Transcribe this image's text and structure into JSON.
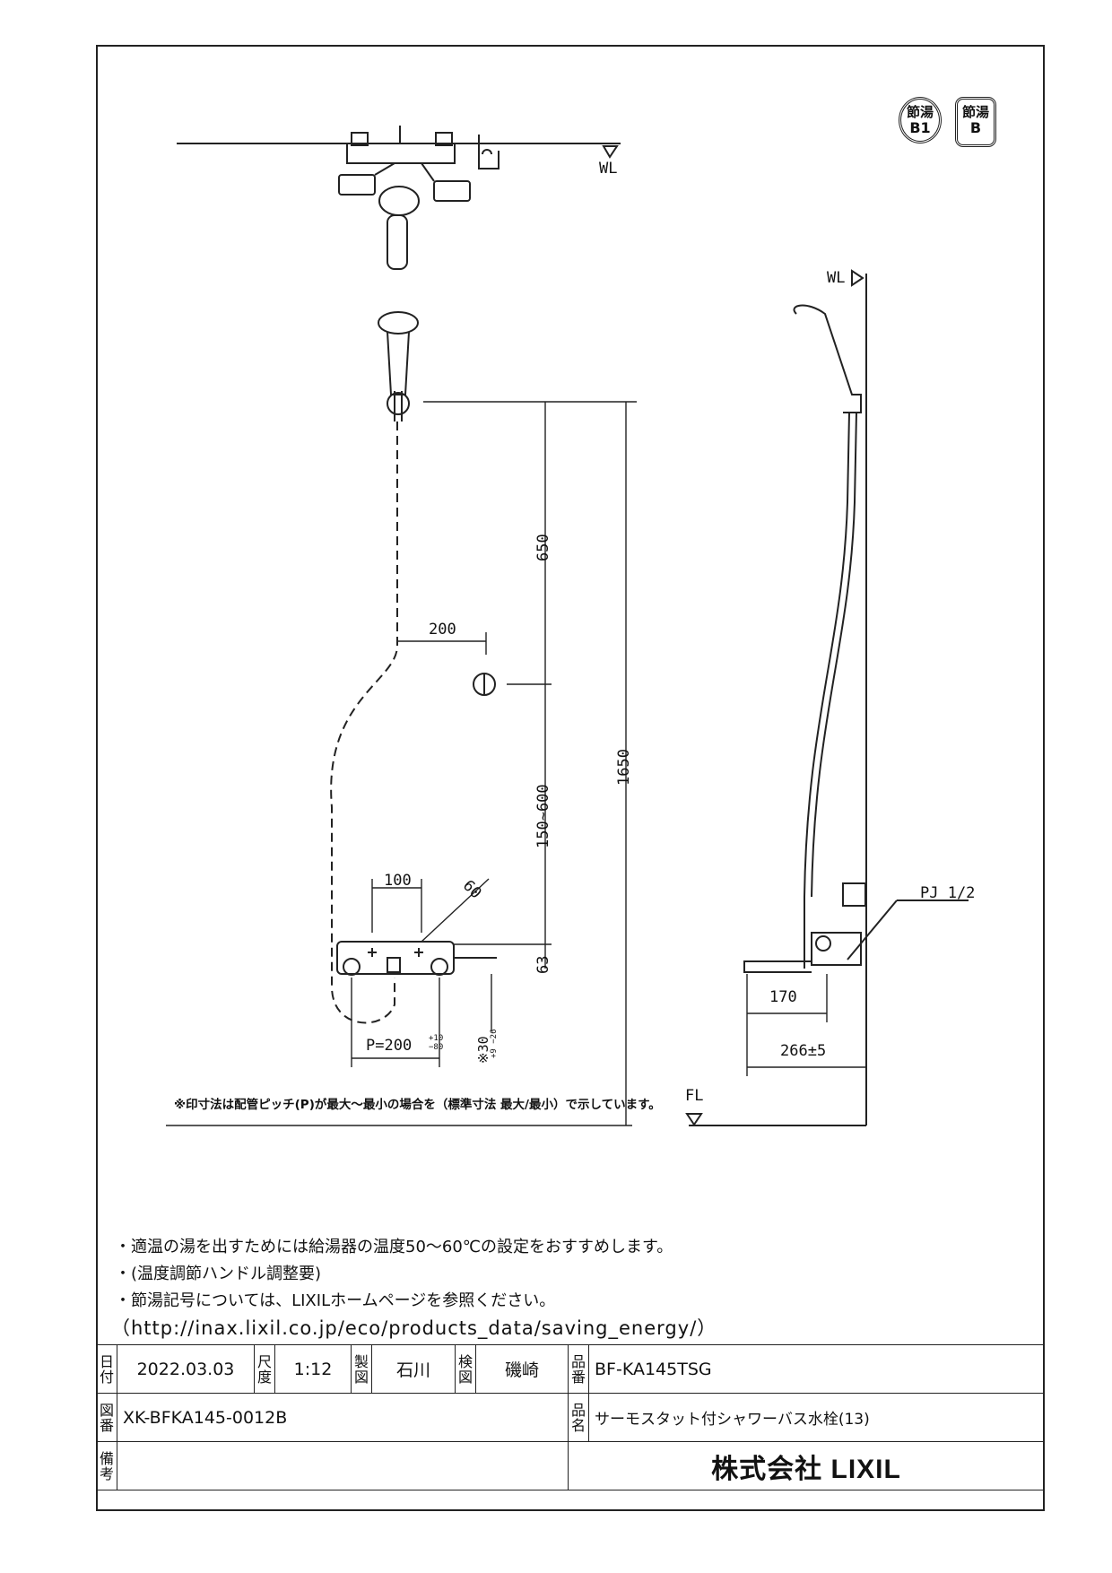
{
  "badges": {
    "round": [
      "節湯",
      "B1"
    ],
    "square": [
      "節湯",
      "B"
    ]
  },
  "labels": {
    "wl_top": "WL",
    "wl_side": "WL",
    "fl": "FL",
    "pj": "PJ 1/2"
  },
  "dimensions": {
    "d650": "650",
    "d200": "200",
    "d1650": "1650",
    "d150_600": "150~600",
    "d100": "100",
    "d60": "60",
    "d63": "63",
    "d30": "※30",
    "d30_tol": "+9 −26",
    "pitch": "P=200",
    "pitch_tol": "+10 −80",
    "d170": "170",
    "d266": "266±5"
  },
  "pj_note": "※印寸法は配管ピッチ(P)が最大～最小の場合を（標準寸法 最大/最小）で示しています。",
  "notes": [
    "・適温の湯を出すためには給湯器の温度50～60℃の設定をおすすめします。",
    "・(温度調節ハンドル調整要)",
    "・節湯記号については、LIXILホームページを参照ください。"
  ],
  "url": "（http://inax.lixil.co.jp/eco/products_data/saving_energy/）",
  "title_block": {
    "date_label": "日付",
    "date": "2022.03.03",
    "scale_label": "尺度",
    "scale": "1:12",
    "drawn_label": "製図",
    "drawn": "石川",
    "checked_label": "検図",
    "checked": "磯崎",
    "part_label": "品番",
    "part": "BF-KA145TSG",
    "dwgno_label": "図番",
    "dwgno": "XK-BFKA145-0012B",
    "name_label": "品名",
    "name": "サーモスタット付シャワーバス水栓(13)",
    "remarks_label": "備考",
    "remarks": "",
    "company": "株式会社 LIXIL"
  }
}
